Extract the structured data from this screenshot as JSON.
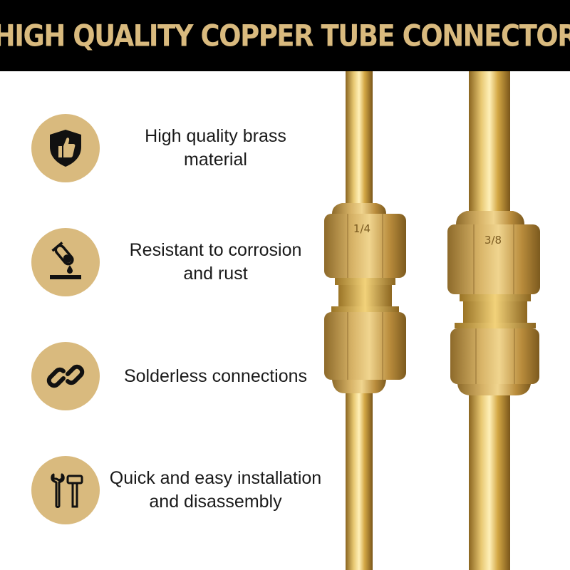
{
  "banner": {
    "title": "HIGH QUALITY COPPER TUBE CONNECTOR"
  },
  "colors": {
    "accent": "#d9ba7e",
    "banner_bg": "#000000",
    "text": "#1a1a1a",
    "brass": "#c9a24a"
  },
  "features": [
    {
      "icon": "shield-thumbs-up-icon",
      "lines": [
        "High quality brass",
        "material"
      ]
    },
    {
      "icon": "test-tube-icon",
      "lines": [
        "Resistant to corrosion",
        "and rust"
      ]
    },
    {
      "icon": "chain-link-icon",
      "lines": [
        "Solderless connections"
      ]
    },
    {
      "icon": "wrench-hammer-icon",
      "lines": [
        "Quick and easy installation",
        "and disassembly"
      ]
    }
  ],
  "product": {
    "fitting_labels": [
      "1/4",
      "3/8"
    ]
  }
}
